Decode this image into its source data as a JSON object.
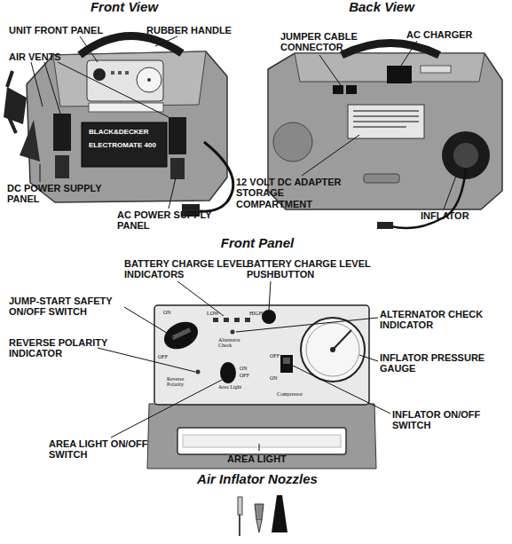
{
  "diagram": {
    "labels": [
      "Front View",
      "Back View",
      "UNIT FRONT PANEL",
      "RUBBER HANDLE",
      "AIR VENTS",
      "DC POWER SUPPLY PANEL",
      "AC POWER SUPPLY PANEL",
      "JUMPER CABLE CONNECTOR",
      "AC CHARGER",
      "12 VOLT DC ADAPTER STORAGE COMPARTMENT",
      "INFLATOR",
      "Front Panel",
      "BATTERY CHARGE LEVEL INDICATORS",
      "BATTERY CHARGE LEVEL PUSHBUTTON",
      "JUMP-START SAFETY ON/OFF SWITCH",
      "REVERSE POLARITY INDICATOR",
      "ALTERNATOR CHECK INDICATOR",
      "INFLATOR PRESSURE GAUGE",
      "INFLATOR ON/OFF SWITCH",
      "AREA LIGHT ON/OFF SWITCH",
      "AREA LIGHT",
      "Air Inflator Nozzles",
      "ON",
      "OFF",
      "LOW",
      "HIGH",
      "Alternator Check",
      "Reverse Polarity",
      "Area Light",
      "ON",
      "OFF",
      "OFF",
      "ON",
      "Compressor",
      "BLACK&DECKER",
      "ELECTROMATE 400"
    ]
  }
}
